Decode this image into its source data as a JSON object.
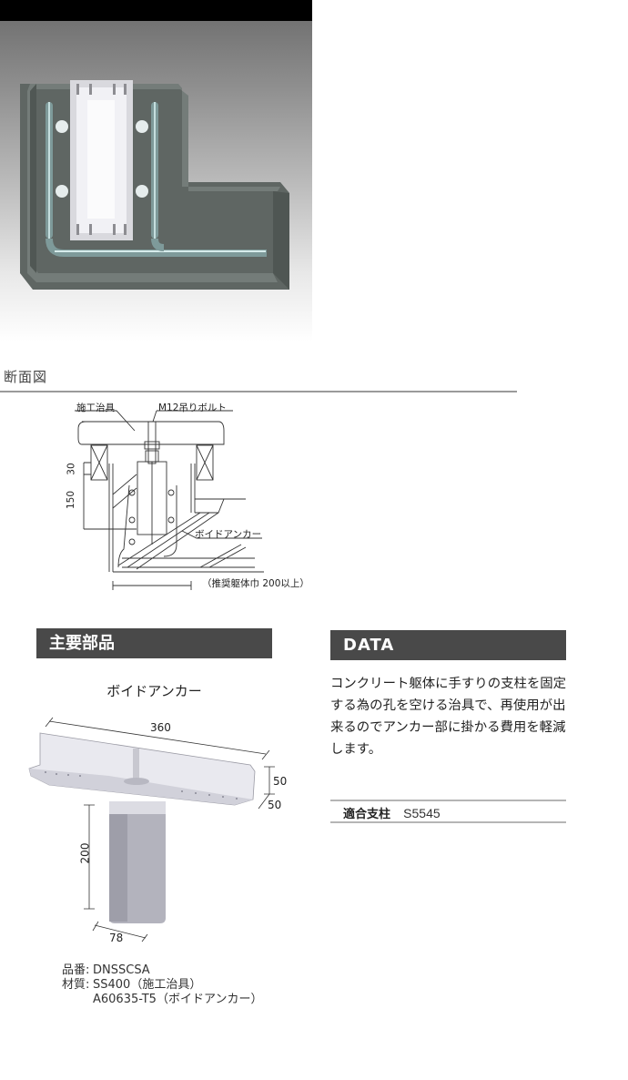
{
  "hero": {
    "image_label": "Cross-section render of void anchor set in concrete L-shaped body"
  },
  "section": {
    "title": "断面図"
  },
  "cross_section": {
    "label_jig": "施工治具",
    "label_bolt": "M12吊りボルト",
    "label_anchor": "ボイドアンカー",
    "dim_top": "30",
    "dim_depth": "150",
    "note_width": "（推奨躯体巾 200以上）"
  },
  "parts": {
    "header": "主要部品",
    "part_name": "ボイドアンカー",
    "dims": {
      "length": "360",
      "flange_height": "50",
      "flange_depth": "50",
      "anchor_height": "200",
      "anchor_width": "78"
    },
    "info": {
      "part_no_label": "品番:",
      "part_no": "DNSSCSA",
      "material_label": "材質:",
      "material_1": "SS400（施工治具）",
      "material_2": "A60635-T5（ボイドアンカー）"
    }
  },
  "data": {
    "header": "DATA",
    "description": "コンクリート躯体に手すりの支柱を固定する為の孔を空ける治具で、再使用が出来るのでアンカー部に掛かる費用を軽減します。",
    "spec": {
      "label": "適合支柱",
      "value": "S5545"
    }
  }
}
